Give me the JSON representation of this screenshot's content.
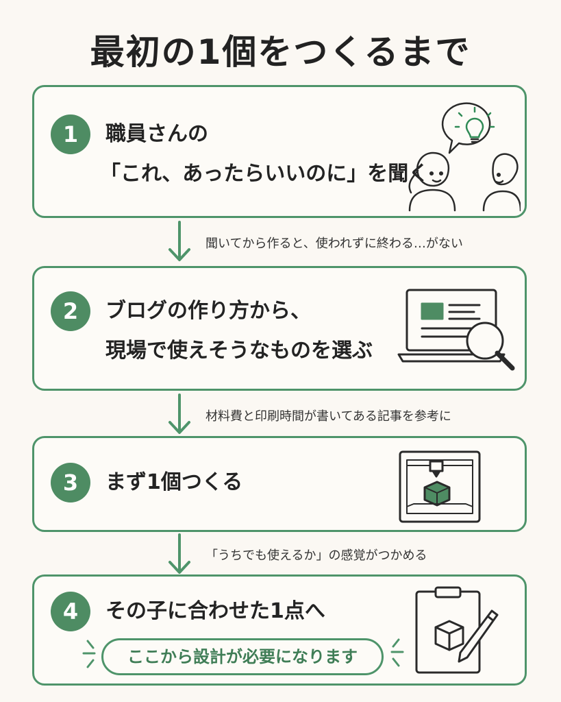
{
  "title": "最初の1個をつくるまで",
  "steps": [
    {
      "number": "1",
      "line1": "職員さんの",
      "line2": "「これ、あったらいいのに」を聞く"
    },
    {
      "number": "2",
      "line1": "ブログの作り方から、",
      "line2": "現場で使えそうなものを選ぶ"
    },
    {
      "number": "3",
      "line1": "まず1個つくる",
      "line2": ""
    },
    {
      "number": "4",
      "line1": "その子に合わせた1点へ",
      "line2": "",
      "pill": "ここから設計が必要になります"
    }
  ],
  "notes": [
    "聞いてから作ると、使われずに終わる…がない",
    "材料費と印刷時間が書いてある記事を参考に",
    "「うちでも使えるか」の感覚がつかめる"
  ],
  "colors": {
    "accent": "#4e946a",
    "badge": "#4e8c63",
    "background": "#fbf8f3"
  },
  "icons": [
    "lightbulb-conversation-icon",
    "laptop-magnifier-icon",
    "3d-printer-icon",
    "clipboard-pencil-icon"
  ]
}
